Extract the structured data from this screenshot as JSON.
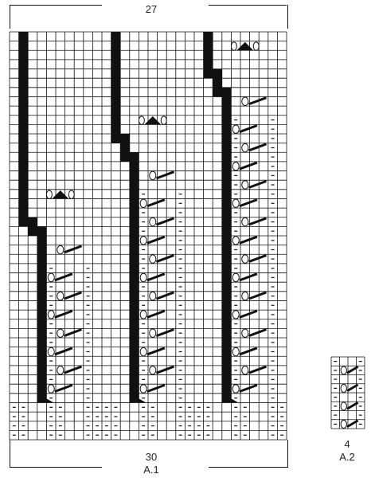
{
  "chart_a1": {
    "top_count": "27",
    "bottom_count": "30",
    "name": "A.1"
  },
  "chart_a2": {
    "count": "4",
    "name": "A.2"
  }
}
